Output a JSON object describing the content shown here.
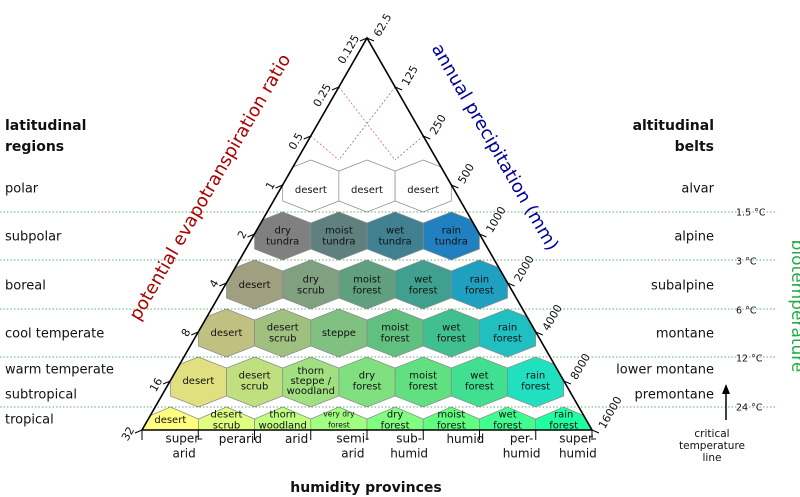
{
  "headings": {
    "latitudinal": [
      "latitudinal",
      "regions"
    ],
    "altitudinal": [
      "altitudinal",
      "belts"
    ],
    "biotemperature": "biotemperature",
    "pet_axis": "potential evapotranspiration ratio",
    "precip_axis": "annual precipitation (mm)",
    "humidity": "humidity provinces",
    "critical_line": [
      "critical",
      "temperature",
      "line"
    ]
  },
  "colors": {
    "pet_axis": "#aa0000",
    "precip_axis": "#000099",
    "biotemperature": "#22aa44",
    "guide_line": "#2a9a3a"
  },
  "latitudinal_regions": [
    "polar",
    "subpolar",
    "boreal",
    "cool temperate",
    "warm temperate",
    "subtropical",
    "tropical"
  ],
  "altitudinal_belts": [
    "alvar",
    "alpine",
    "subalpine",
    "montane",
    "lower montane",
    "premontane"
  ],
  "temperatures": [
    "1.5 °C",
    "3 °C",
    "6 °C",
    "12 °C",
    "24 °C"
  ],
  "pet_ticks": [
    "0.125",
    "0.25",
    "0.5",
    "1",
    "2",
    "4",
    "8",
    "16",
    "32"
  ],
  "precip_ticks": [
    "62.5",
    "125",
    "250",
    "500",
    "1000",
    "2000",
    "4000",
    "8000",
    "16000"
  ],
  "humidity_provinces": [
    [
      "super-",
      "arid"
    ],
    [
      "perarid"
    ],
    [
      "arid"
    ],
    [
      "semi-",
      "arid"
    ],
    [
      "sub-",
      "humid"
    ],
    [
      "humid"
    ],
    [
      "per-",
      "humid"
    ],
    [
      "super-",
      "humid"
    ]
  ],
  "zones": [
    {
      "row": 0,
      "col": 0,
      "label": [
        "desert"
      ],
      "color": "#ffffff"
    },
    {
      "row": 0,
      "col": 1,
      "label": [
        "desert"
      ],
      "color": "#ffffff"
    },
    {
      "row": 0,
      "col": 2,
      "label": [
        "desert"
      ],
      "color": "#ffffff"
    },
    {
      "row": 1,
      "col": 0,
      "label": [
        "dry",
        "tundra"
      ],
      "color": "#808080"
    },
    {
      "row": 1,
      "col": 1,
      "label": [
        "moist",
        "tundra"
      ],
      "color": "#608080"
    },
    {
      "row": 1,
      "col": 2,
      "label": [
        "wet",
        "tundra"
      ],
      "color": "#408090"
    },
    {
      "row": 1,
      "col": 3,
      "label": [
        "rain",
        "tundra"
      ],
      "color": "#2080c0"
    },
    {
      "row": 2,
      "col": 0,
      "label": [
        "desert"
      ],
      "color": "#a0a080"
    },
    {
      "row": 2,
      "col": 1,
      "label": [
        "dry",
        "scrub"
      ],
      "color": "#80a080"
    },
    {
      "row": 2,
      "col": 2,
      "label": [
        "moist",
        "forest"
      ],
      "color": "#60a080"
    },
    {
      "row": 2,
      "col": 3,
      "label": [
        "wet",
        "forest"
      ],
      "color": "#40a090"
    },
    {
      "row": 2,
      "col": 4,
      "label": [
        "rain",
        "forest"
      ],
      "color": "#20a0c0"
    },
    {
      "row": 3,
      "col": 0,
      "label": [
        "desert"
      ],
      "color": "#c0c080"
    },
    {
      "row": 3,
      "col": 1,
      "label": [
        "desert",
        "scrub"
      ],
      "color": "#a0c080"
    },
    {
      "row": 3,
      "col": 2,
      "label": [
        "steppe"
      ],
      "color": "#80c080"
    },
    {
      "row": 3,
      "col": 3,
      "label": [
        "moist",
        "forest"
      ],
      "color": "#60c080"
    },
    {
      "row": 3,
      "col": 4,
      "label": [
        "wet",
        "forest"
      ],
      "color": "#40c090"
    },
    {
      "row": 3,
      "col": 5,
      "label": [
        "rain",
        "forest"
      ],
      "color": "#20c0c0"
    },
    {
      "row": 4,
      "col": 0,
      "label": [
        "desert"
      ],
      "color": "#e0e080"
    },
    {
      "row": 4,
      "col": 1,
      "label": [
        "desert",
        "scrub"
      ],
      "color": "#c0e080"
    },
    {
      "row": 4,
      "col": 2,
      "label": [
        "thorn",
        "steppe /",
        "woodland"
      ],
      "color": "#a0e080"
    },
    {
      "row": 4,
      "col": 3,
      "label": [
        "dry",
        "forest"
      ],
      "color": "#80e080"
    },
    {
      "row": 4,
      "col": 4,
      "label": [
        "moist",
        "forest"
      ],
      "color": "#60e080"
    },
    {
      "row": 4,
      "col": 5,
      "label": [
        "wet",
        "forest"
      ],
      "color": "#40e090"
    },
    {
      "row": 4,
      "col": 6,
      "label": [
        "rain",
        "forest"
      ],
      "color": "#20e0c0"
    },
    {
      "row": 5,
      "col": 0,
      "label": [
        "desert"
      ],
      "color": "#ffff80"
    },
    {
      "row": 5,
      "col": 1,
      "label": [
        "desert",
        "scrub"
      ],
      "color": "#e0ff80"
    },
    {
      "row": 5,
      "col": 2,
      "label": [
        "thorn",
        "woodland"
      ],
      "color": "#c0ff80"
    },
    {
      "row": 5,
      "col": 3,
      "label": [
        "very dry",
        "forest"
      ],
      "color": "#a0ff80"
    },
    {
      "row": 5,
      "col": 4,
      "label": [
        "dry",
        "forest"
      ],
      "color": "#80ff80"
    },
    {
      "row": 5,
      "col": 5,
      "label": [
        "moist",
        "forest"
      ],
      "color": "#60ff80"
    },
    {
      "row": 5,
      "col": 6,
      "label": [
        "wet",
        "forest"
      ],
      "color": "#40ff90"
    },
    {
      "row": 5,
      "col": 7,
      "label": [
        "rain",
        "forest"
      ],
      "color": "#20ffa0"
    }
  ]
}
